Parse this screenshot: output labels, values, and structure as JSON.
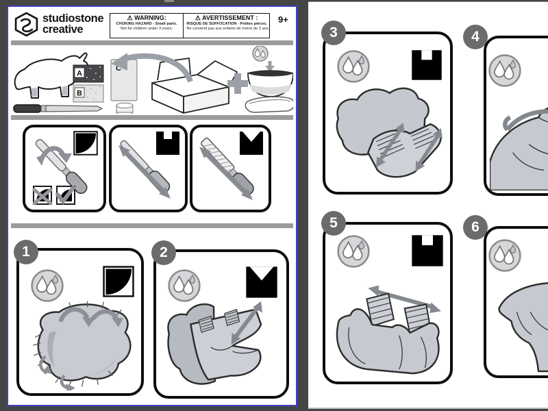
{
  "colors": {
    "viewer_background": "#454545",
    "page_selection_border": "#4241c9",
    "divider_bar": "#9b9b9b",
    "step_badge": "#6b6b6b",
    "arrow_gray": "#8d9096",
    "stone_fill": "#c7cbd1",
    "panel_border": "#0d0d0d"
  },
  "left_page": {
    "brand": {
      "line1": "studiostone",
      "line2": "creative"
    },
    "warning": {
      "symbol": "⚠",
      "en": {
        "title": "WARNING:",
        "line1": "CHOKING HAZARD - Small parts.",
        "line2": "Not for children under 3 years."
      },
      "fr": {
        "title": "AVERTISSEMENT :",
        "line1": "RISQUE DE SUFFOCATION - Petites pièces.",
        "line2": "Ne convient pas aux enfants de moins de 3 ans."
      }
    },
    "age_rating": "9+",
    "contents_labels": {
      "a": "A",
      "b": "B",
      "c": "C"
    },
    "contents_items": [
      "rhino-stone-blank",
      "carving-file",
      "sandpaper-coarse-A",
      "sandpaper-fine-B",
      "polishing-paper-C",
      "wax-container",
      "kit-box",
      "water-bowl",
      "water-drops",
      "polishing-cloth"
    ],
    "tool_key": [
      {
        "profile_icon": "quarter-round-profile",
        "notes_icons": [
          "wrong-direction-x",
          "correct-direction-check"
        ]
      },
      {
        "profile_icon": "square-notch-profile"
      },
      {
        "profile_icon": "v-notch-profile"
      }
    ],
    "steps": [
      {
        "number": "1",
        "icons": [
          "water-drops-icon",
          "quarter-round-profile-icon"
        ]
      },
      {
        "number": "2",
        "icons": [
          "water-drops-icon",
          "v-notch-profile-icon"
        ]
      }
    ]
  },
  "right_page": {
    "steps": [
      {
        "number": "3",
        "icons": [
          "water-drops-icon",
          "square-notch-profile-icon"
        ]
      },
      {
        "number": "4",
        "icons": [
          "water-drops-icon"
        ]
      },
      {
        "number": "5",
        "icons": [
          "water-drops-icon",
          "square-notch-profile-icon"
        ]
      },
      {
        "number": "6",
        "icons": [
          "water-drops-icon"
        ]
      }
    ]
  }
}
